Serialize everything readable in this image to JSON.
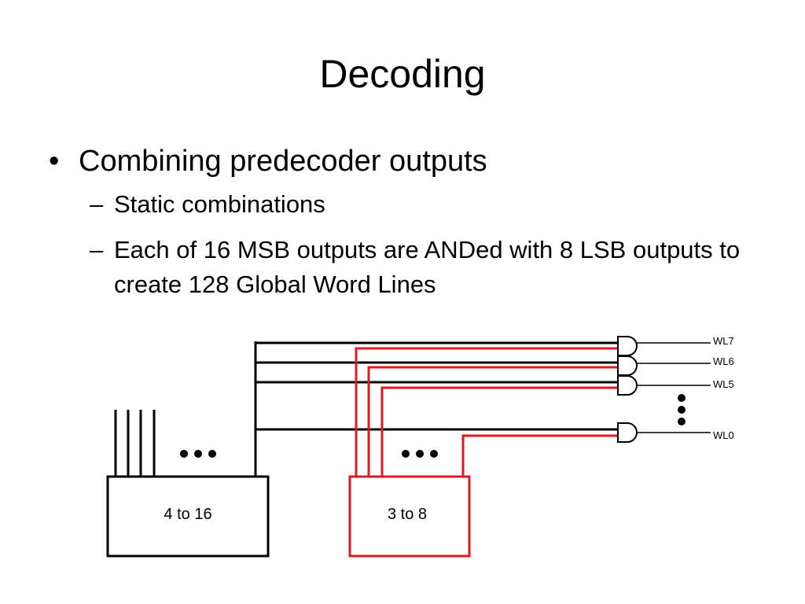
{
  "title": "Decoding",
  "bullets": {
    "main": "Combining predecoder outputs",
    "subs": [
      "Static combinations",
      "Each of 16 MSB outputs are ANDed with 8 LSB outputs to create 128 Global Word Lines"
    ],
    "bullet_glyph": "•",
    "dash_glyph": "–"
  },
  "diagram": {
    "msb_decoder_label": "4 to 16",
    "lsb_decoder_label": "3 to 8",
    "word_lines": [
      "WL7",
      "WL6",
      "WL5",
      "WL0"
    ],
    "colors": {
      "msb": "#000000",
      "lsb": "#e0191f"
    }
  }
}
